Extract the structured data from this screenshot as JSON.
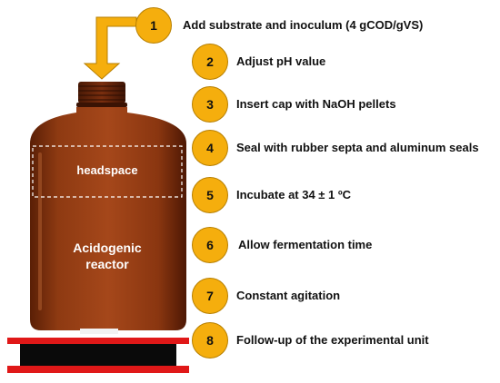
{
  "bottle": {
    "headspace_label": "headspace",
    "reactor_label_line1": "Acidogenic",
    "reactor_label_line2": "reactor"
  },
  "steps": [
    {
      "number": "1",
      "text": "Add substrate and inoculum (4 gCOD/gVS)"
    },
    {
      "number": "2",
      "text": "Adjust pH value"
    },
    {
      "number": "3",
      "text": "Insert cap with NaOH pellets"
    },
    {
      "number": "4",
      "text": "Seal with rubber septa and aluminum seals"
    },
    {
      "number": "5",
      "text": "Incubate at 34 ± 1 ºC"
    },
    {
      "number": "6",
      "text": "Allow fermentation time"
    },
    {
      "number": "7",
      "text": "Constant agitation"
    },
    {
      "number": "8",
      "text": "Follow-up of the experimental unit"
    }
  ],
  "colors": {
    "circle_fill": "#f5ae0d",
    "arrow_fill": "#f5ae0d",
    "bottle_amber": "#8a3a12",
    "platform_red": "#e01818",
    "platform_black": "#0a0a0a"
  }
}
